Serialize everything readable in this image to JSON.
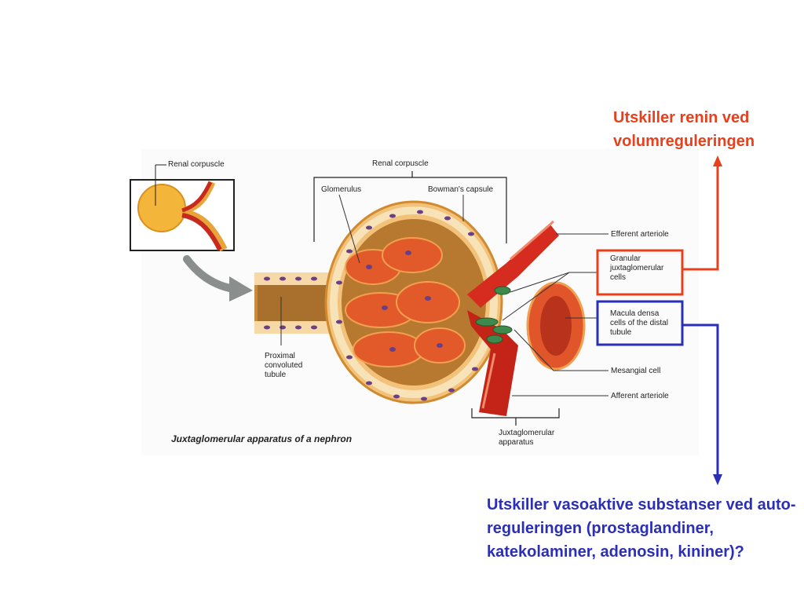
{
  "labels": {
    "inset_renal_corpuscle": "Renal corpuscle",
    "renal_corpuscle": "Renal corpuscle",
    "glomerulus": "Glomerulus",
    "bowmans_capsule": "Bowman's capsule",
    "efferent_arteriole": "Efferent arteriole",
    "granular_cells": "Granular juxtaglomerular cells",
    "macula_densa": "Macula densa cells of the distal tubule",
    "mesangial_cell": "Mesangial cell",
    "afferent_arteriole": "Afferent arteriole",
    "proximal_tubule": "Proximal convoluted tubule",
    "jg_apparatus": "Juxtaglomerular apparatus"
  },
  "caption": "Juxtaglomerular apparatus of a nephron",
  "annotations": {
    "renin": "Utskiller renin ved volumreguleringen",
    "vasoactive": "Utskiller vasoaktive substanser ved auto-reguleringen (prostaglandiner, katekolaminer, adenosin, kininer)?"
  },
  "colors": {
    "red_accent": "#e8401c",
    "blue_accent": "#2b2fb8",
    "vessel_red": "#d62b1f",
    "tubule_tan": "#c98a3c",
    "cell_purple": "#7b3d8f"
  }
}
